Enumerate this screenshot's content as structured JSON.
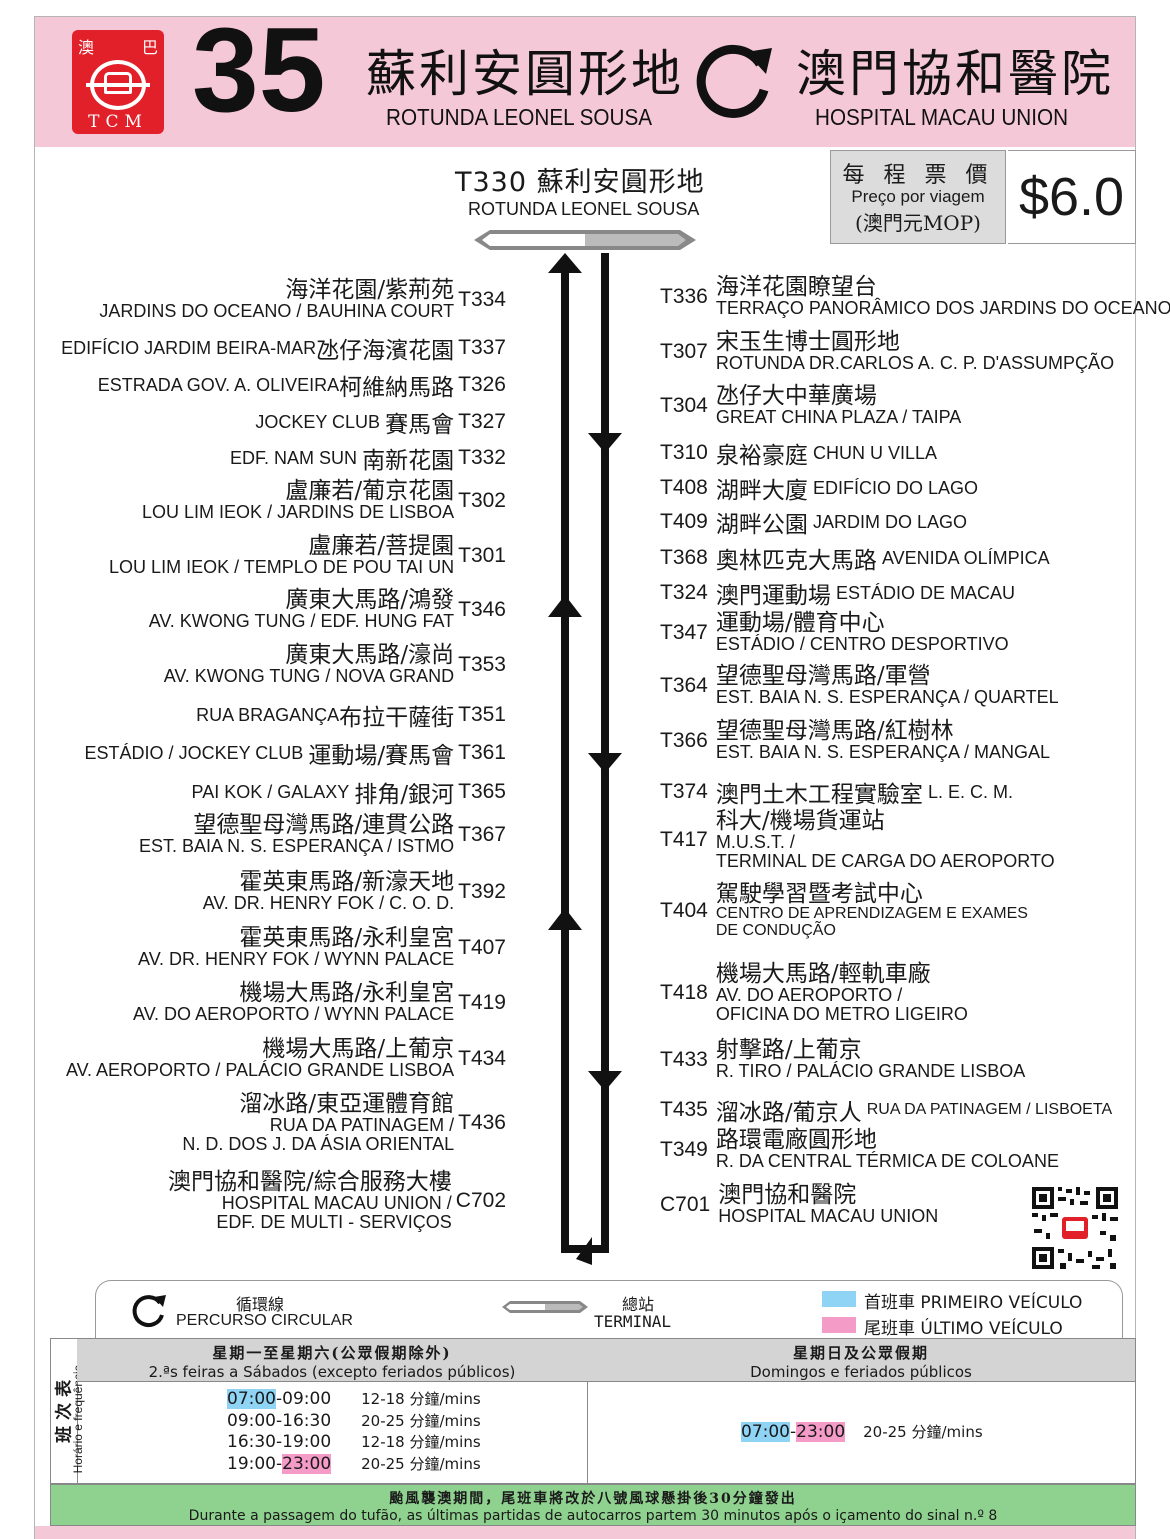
{
  "header": {
    "logo_top_left": "澳",
    "logo_top_right": "巴",
    "logo_bottom": "TCM",
    "route_number": "35",
    "origin_zh": "蘇利安圓形地",
    "origin_pt": "ROTUNDA LEONEL SOUSA",
    "dest_zh": "澳門協和醫院",
    "dest_pt": "HOSPITAL MACAU UNION"
  },
  "terminal": {
    "code_zh": "T330 蘇利安圓形地",
    "pt": "ROTUNDA LEONEL SOUSA"
  },
  "fare": {
    "zh": "每 程 票 價",
    "pt": "Preço por viagem",
    "currency": "(澳門元MOP)",
    "value": "$6.0"
  },
  "left_stops": [
    {
      "zh": "海洋花園/紫荊苑",
      "pt": "JARDINS DO OCEANO / BAUHINA COURT",
      "code": "T334"
    },
    {
      "pt_inline": "EDIFÍCIO JARDIM BEIRA-MAR",
      "zh": "氹仔海濱花園",
      "code": "T337"
    },
    {
      "pt_inline": "ESTRADA GOV. A. OLIVEIRA",
      "zh": "柯維納馬路",
      "code": "T326"
    },
    {
      "pt_inline": "JOCKEY CLUB",
      "zh": "賽馬會",
      "code": "T327"
    },
    {
      "pt_inline": "EDF. NAM SUN",
      "zh": "南新花園",
      "code": "T332"
    },
    {
      "zh": "盧廉若/葡京花園",
      "pt": "LOU LIM IEOK / JARDINS DE LISBOA",
      "code": "T302"
    },
    {
      "zh": "盧廉若/菩提園",
      "pt": "LOU LIM IEOK / TEMPLO DE POU TAI UN",
      "code": "T301"
    },
    {
      "zh": "廣東大馬路/鴻發",
      "pt": "AV. KWONG TUNG / EDF. HUNG FAT",
      "code": "T346"
    },
    {
      "zh": "廣東大馬路/濠尚",
      "pt": "AV. KWONG TUNG / NOVA GRAND",
      "code": "T353"
    },
    {
      "pt_inline": "RUA BRAGANÇA",
      "zh": "布拉干薩街",
      "code": "T351"
    },
    {
      "pt_inline": "ESTÁDIO / JOCKEY CLUB",
      "zh": "運動場/賽馬會",
      "code": "T361"
    },
    {
      "pt_inline": "PAI KOK / GALAXY",
      "zh": "排角/銀河",
      "code": "T365"
    },
    {
      "zh": "望德聖母灣馬路/連貫公路",
      "pt": "EST. BAIA N. S. ESPERANÇA / ISTMO",
      "code": "T367"
    },
    {
      "zh": "霍英東馬路/新濠天地",
      "pt": "AV. DR. HENRY FOK / C. O. D.",
      "code": "T392"
    },
    {
      "zh": "霍英東馬路/永利皇宮",
      "pt": "AV. DR. HENRY FOK / WYNN PALACE",
      "code": "T407"
    },
    {
      "zh": "機場大馬路/永利皇宮",
      "pt": "AV. DO AEROPORTO / WYNN PALACE",
      "code": "T419"
    },
    {
      "zh": "機場大馬路/上葡京",
      "pt": "AV. AEROPORTO / PALÁCIO GRANDE LISBOA",
      "code": "T434"
    },
    {
      "zh": "溜冰路/東亞運體育館",
      "pt": "RUA DA PATINAGEM /",
      "pt2": "N. D. DOS J. DA ÁSIA ORIENTAL",
      "code": "T436"
    },
    {
      "zh": "澳門協和醫院/綜合服務大樓",
      "pt": "HOSPITAL MACAU UNION /",
      "pt2": "EDF. DE MULTI - SERVIÇOS",
      "code": "C702"
    }
  ],
  "right_stops": [
    {
      "code": "T336",
      "zh": "海洋花園瞭望台",
      "pt": "TERRAÇO PANORÂMICO DOS JARDINS DO OCEANO"
    },
    {
      "code": "T307",
      "zh": "宋玉生博士圓形地",
      "pt": "ROTUNDA DR.CARLOS A. C. P. D'ASSUMPÇÃO"
    },
    {
      "code": "T304",
      "zh": "氹仔大中華廣場",
      "pt": "GREAT CHINA PLAZA / TAIPA"
    },
    {
      "code": "T310",
      "zh": "泉裕豪庭",
      "pt_inline": "CHUN U VILLA"
    },
    {
      "code": "T408",
      "zh": "湖畔大廈",
      "pt_inline": "EDIFÍCIO DO LAGO"
    },
    {
      "code": "T409",
      "zh": "湖畔公園",
      "pt_inline": "JARDIM DO LAGO"
    },
    {
      "code": "T368",
      "zh": "奧林匹克大馬路",
      "pt_inline": "AVENIDA OLÍMPICA"
    },
    {
      "code": "T324",
      "zh": "澳門運動場",
      "pt_inline": "ESTÁDIO DE MACAU"
    },
    {
      "code": "T347",
      "zh": "運動場/體育中心",
      "pt": "ESTÁDIO / CENTRO DESPORTIVO"
    },
    {
      "code": "T364",
      "zh": "望德聖母灣馬路/軍營",
      "pt": "EST. BAIA N. S. ESPERANÇA / QUARTEL"
    },
    {
      "code": "T366",
      "zh": "望德聖母灣馬路/紅樹林",
      "pt": "EST. BAIA N. S. ESPERANÇA / MANGAL"
    },
    {
      "code": "T374",
      "zh": "澳門土木工程實驗室",
      "pt_inline": "L. E. C. M."
    },
    {
      "code": "T417",
      "zh": "科大/機場貨運站",
      "pt": "M.U.S.T. /",
      "pt2": "TERMINAL DE CARGA DO AEROPORTO"
    },
    {
      "code": "T404",
      "zh": "駕駛學習暨考試中心",
      "pt": "CENTRO DE APRENDIZAGEM E EXAMES",
      "pt2": "DE CONDUÇÃO"
    },
    {
      "code": "T418",
      "zh": "機場大馬路/輕軌車廠",
      "pt": "AV. DO AEROPORTO /",
      "pt2": "OFICINA DO METRO LIGEIRO"
    },
    {
      "code": "T433",
      "zh": "射擊路/上葡京",
      "pt": "R. TIRO / PALÁCIO GRANDE LISBOA"
    },
    {
      "code": "T435",
      "zh": "溜冰路/葡京人",
      "pt_inline": "RUA DA PATINAGEM / LISBOETA"
    },
    {
      "code": "T349",
      "zh": "路環電廠圓形地",
      "pt": "R. DA CENTRAL TÉRMICA DE COLOANE"
    },
    {
      "code": "C701",
      "zh": "澳門協和醫院",
      "pt": "HOSPITAL MACAU UNION"
    }
  ],
  "legend": {
    "circular_zh": "循環線",
    "circular_pt": "PERCURSO CIRCULAR",
    "terminal_zh": "總站",
    "terminal_pt": "TERMINAL",
    "first_label": "首班車 PRIMEIRO VEÍCULO",
    "last_label": "尾班車 ÚLTIMO VEÍCULO",
    "first_color": "#8fd3f5",
    "last_color": "#f59bc8"
  },
  "timetable": {
    "side_zh": "班次表",
    "side_pt": "Horário e frequência",
    "weekday_zh": "星期一至星期六(公眾假期除外)",
    "weekday_pt": "2.ªs feiras a Sábados (excepto feriados públicos)",
    "weekend_zh": "星期日及公眾假期",
    "weekend_pt": "Domingos e feriados públicos",
    "weekday_rows": [
      {
        "start": "07:00",
        "end": "09:00",
        "freq": "12-18 分鐘/mins"
      },
      {
        "start": "09:00",
        "end": "16:30",
        "freq": "20-25 分鐘/mins"
      },
      {
        "start": "16:30",
        "end": "19:00",
        "freq": "12-18 分鐘/mins"
      },
      {
        "start": "19:00",
        "end": "23:00",
        "freq": "20-25 分鐘/mins"
      }
    ],
    "weekend_row": {
      "start": "07:00",
      "end": "23:00",
      "freq": "20-25 分鐘/mins"
    }
  },
  "notice": {
    "zh": "颱風襲澳期間，尾班車將改於八號風球懸掛後30分鐘發出",
    "pt": "Durante a passagem do tufão, as últimas partidas de autocarros partem 30 minutos após o içamento do sinal n.º 8"
  }
}
